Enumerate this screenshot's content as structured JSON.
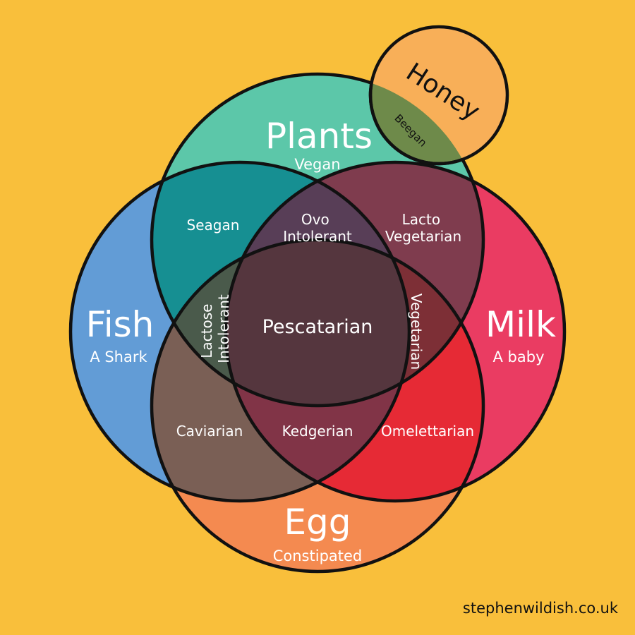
{
  "colors": {
    "background": "#F9BF3B",
    "plants": "#5CC7A9",
    "fish": "#629CD6",
    "milk": "#EA3C62",
    "egg": "#F48A50",
    "honey": "#F8AF58",
    "outline": "#111111"
  },
  "circles": {
    "plants": {
      "label": "Plants",
      "caption": "Vegan"
    },
    "fish": {
      "label": "Fish",
      "caption": "A Shark"
    },
    "milk": {
      "label": "Milk",
      "caption": "A baby"
    },
    "egg": {
      "label": "Egg",
      "caption": "Constipated"
    },
    "honey": {
      "label": "Honey"
    }
  },
  "regions": {
    "seagan": "Seagan",
    "ovo_intolerant": [
      "Ovo",
      "Intolerant"
    ],
    "lacto_vegetarian": [
      "Lacto",
      "Vegetarian"
    ],
    "lactose_intolerant": [
      "Lactose",
      "Intolerant"
    ],
    "pescatarian": "Pescatarian",
    "vegetarian": "Vegetarian",
    "caviarian": "Caviarian",
    "kedgerian": "Kedgerian",
    "omelettarian": "Omelettarian",
    "beegan": "Beegan"
  },
  "footer": {
    "website": "stephenwildish.co.uk"
  }
}
